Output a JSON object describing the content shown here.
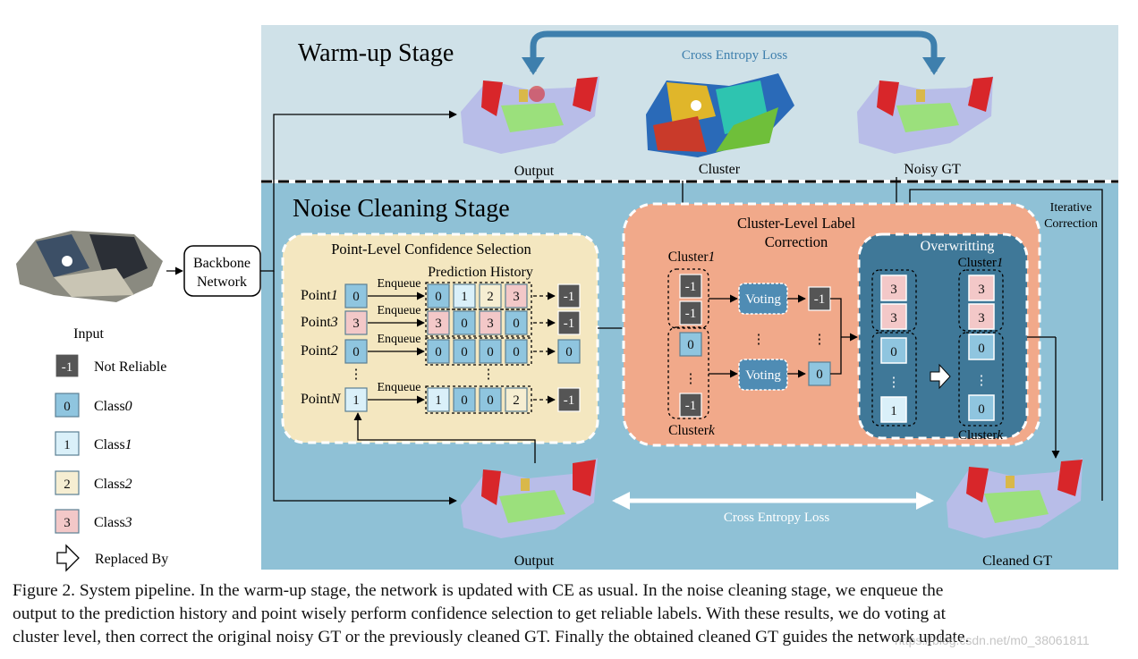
{
  "stages": {
    "warmup": "Warm-up Stage",
    "noise_cleaning": "Noise Cleaning Stage"
  },
  "losses": {
    "top": "Cross Entropy Loss",
    "bottom": "Cross Entropy Loss"
  },
  "images": {
    "input": "Input",
    "output_top": "Output",
    "cluster": "Cluster",
    "noisy_gt": "Noisy GT",
    "output_bottom": "Output",
    "cleaned_gt": "Cleaned GT"
  },
  "backbone": {
    "line1": "Backbone",
    "line2": "Network"
  },
  "iterative": {
    "line1": "Iterative",
    "line2": "Correction"
  },
  "point_panel": {
    "title": "Point-Level Confidence Selection",
    "history_title": "Prediction History",
    "enqueue": "Enqueue",
    "rows": [
      {
        "name": "Point",
        "idx": "1",
        "pred": "0",
        "history": [
          "0",
          "1",
          "2",
          "3"
        ],
        "result": "-1"
      },
      {
        "name": "Point",
        "idx": "3",
        "pred": "3",
        "history": [
          "3",
          "0",
          "3",
          "0"
        ],
        "result": "-1"
      },
      {
        "name": "Point",
        "idx": "2",
        "pred": "0",
        "history": [
          "0",
          "0",
          "0",
          "0"
        ],
        "result": "0"
      },
      {
        "name": "Point",
        "idx": "N",
        "pred": "1",
        "history": [
          "1",
          "0",
          "0",
          "2"
        ],
        "result": "-1"
      }
    ],
    "ellipsis": "⋮"
  },
  "cluster_panel": {
    "title_line1": "Cluster-Level Label",
    "title_line2": "Correction",
    "cluster_first": {
      "name": "Cluster",
      "idx": "1"
    },
    "cluster_last": {
      "name": "Cluster",
      "idx": "k"
    },
    "voting": "Voting",
    "col1_top": [
      "-1",
      "-1"
    ],
    "col1_bottom": [
      "0",
      "-1"
    ],
    "vote_out_top": "-1",
    "vote_out_bottom": "0",
    "overwrite": {
      "title": "Overwritting",
      "cluster_first": {
        "name": "Cluster",
        "idx": "1"
      },
      "cluster_last": {
        "name": "Cluster",
        "idx": "k"
      },
      "left_top": [
        "3",
        "3"
      ],
      "left_bottom": [
        "0",
        "1"
      ],
      "right_top": [
        "3",
        "3"
      ],
      "right_bottom": [
        "0",
        "0"
      ]
    },
    "ellipsis": "⋮"
  },
  "legend": [
    {
      "label": "-1",
      "text": "Not Reliable",
      "class": "nr"
    },
    {
      "label": "0",
      "text": "Class",
      "idx": "0",
      "class": "c0"
    },
    {
      "label": "1",
      "text": "Class",
      "idx": "1",
      "class": "c1"
    },
    {
      "label": "2",
      "text": "Class",
      "idx": "2",
      "class": "c2"
    },
    {
      "label": "3",
      "text": "Class",
      "idx": "3",
      "class": "c3"
    }
  ],
  "legend_replaced": "Replaced By",
  "colors": {
    "nr": "#555555",
    "c0": "#8fc5df",
    "c1": "#daf0f9",
    "c2": "#f6eed2",
    "c3": "#f3c8c8",
    "warm_bg": "#cfe1e8",
    "clean_bg": "#8fc1d6",
    "point_panel": "#f4e7c0",
    "cluster_panel": "#f1a98a",
    "overwrite_panel": "#3f7898",
    "voting": "#4f8cb4",
    "arrow_blue": "#3e7fad"
  },
  "caption": [
    "Figure 2. System pipeline.  In the warm-up stage, the network is updated with CE as usual.  In the noise cleaning stage, we enqueue the",
    "output to the prediction history and point wisely perform confidence selection to get reliable labels.  With these results, we do voting at",
    "cluster level, then correct the original noisy GT or the previously cleaned GT. Finally the obtained cleaned GT guides the network update."
  ],
  "watermark": "https://blog.csdn.net/m0_38061811"
}
